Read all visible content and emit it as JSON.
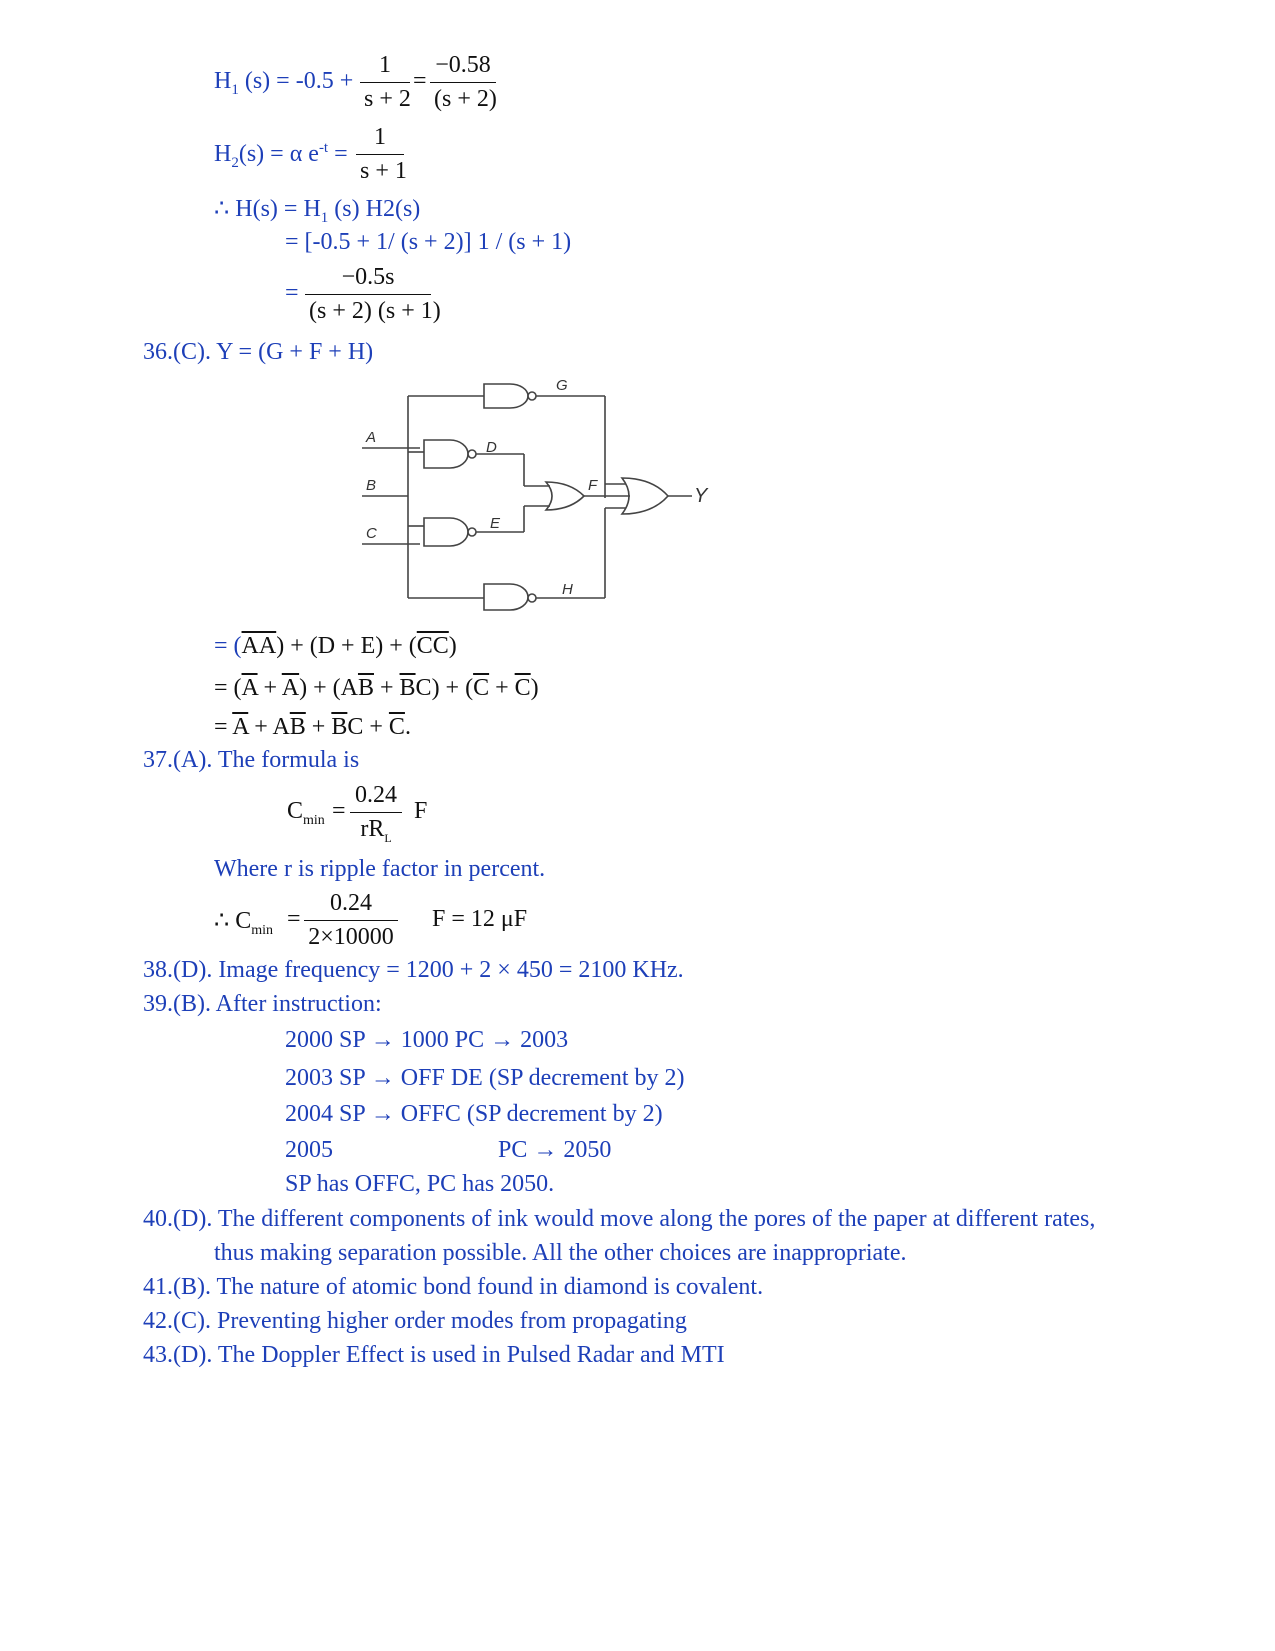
{
  "q35": {
    "h1_lhs": "H",
    "h1_sub": "1",
    "h1_mid": " (s) = -0.5 +",
    "h1_f1_num": "1",
    "h1_f1_den": "s + 2",
    "eq": "=",
    "h1_f2_num": "−0.58",
    "h1_f2_den": "(s + 2)",
    "h2_lhs": "H",
    "h2_sub": "2",
    "h2_mid": "(s) = α e",
    "h2_sup": "-t",
    "h2_eq": " =",
    "h2_f_num": "1",
    "h2_f_den": "s + 1",
    "h_line1": "∴  H(s) = H",
    "h_line1_sub": "1",
    "h_line1_rest": " (s) H2(s)",
    "h_line2": "= [-0.5 + 1/ (s + 2)] 1 / (s + 1)",
    "h_line3_eq": "=",
    "h_line3_num": "−0.5s",
    "h_line3_den": "(s + 2) (s + 1)"
  },
  "q36": {
    "head": "36.(C). Y  = (G  + F + H)",
    "circuit_labels": {
      "a": "A",
      "b": "B",
      "c": "C",
      "d": "D",
      "e": "E",
      "f": "F",
      "g": "G",
      "h": "H",
      "y": "Y"
    },
    "line1": {
      "prefix": "= (",
      "ov1": "AA",
      "mid": ") + (D + E) + (",
      "ov2": "CC",
      "suffix": ")"
    },
    "line2": {
      "p1": "= (",
      "a1": "A",
      "plus1": " + ",
      "a2": "A",
      "p2": ") + (A",
      "b1": "B",
      "plus2": " + ",
      "b2": "B",
      "c1": "C",
      "p3": ") + (",
      "c2": "C",
      "plus3": " + ",
      "c3": "C",
      "p4": ")"
    },
    "line3": {
      "p1": "= ",
      "a1": "A",
      "p2": " + A",
      "b1": "B",
      "p3": " + ",
      "b2": "B",
      "c1": "C",
      "p4": " + ",
      "c2": "C",
      "p5": "."
    }
  },
  "q37": {
    "head": "37.(A). The formula is",
    "c1_lhs": "C",
    "c1_sub": "min",
    "c1_eq": "=",
    "c1_num": "0.24",
    "c1_den": "rR",
    "c1_den_sub": "L",
    "c1_unit": "F",
    "note": "Where r is ripple factor in percent.",
    "c2_lhs": "∴  C",
    "c2_sub": "min",
    "c2_eq": "=",
    "c2_num": "0.24",
    "c2_den": "2×10000",
    "c2_res": "F  = 12 μF"
  },
  "q38": {
    "text": "38.(D). Image frequency = 1200 + 2 × 450 = 2100 KHz."
  },
  "q39": {
    "head": "39.(B). After instruction:",
    "l1": "2000 SP → 1000 PC → 2003",
    "l2": "2003 SP → OFF DE (SP decrement by 2)",
    "l3": "2004 SP → OFFC (SP decrement by 2)",
    "l4a": "2005",
    "l4b": "PC → 2050",
    "l5": "SP has OFFC, PC has 2050."
  },
  "q40": {
    "l1": "40.(D). The different components of ink would move along the pores of the paper at different rates,",
    "l2": "thus making separation possible. All the other choices are inappropriate."
  },
  "q41": {
    "text": "41.(B). The nature of atomic bond found in diamond is covalent."
  },
  "q42": {
    "text": "42.(C). Preventing higher order modes from propagating"
  },
  "q43": {
    "text": "43.(D). The Doppler Effect is used in Pulsed Radar and MTI"
  }
}
